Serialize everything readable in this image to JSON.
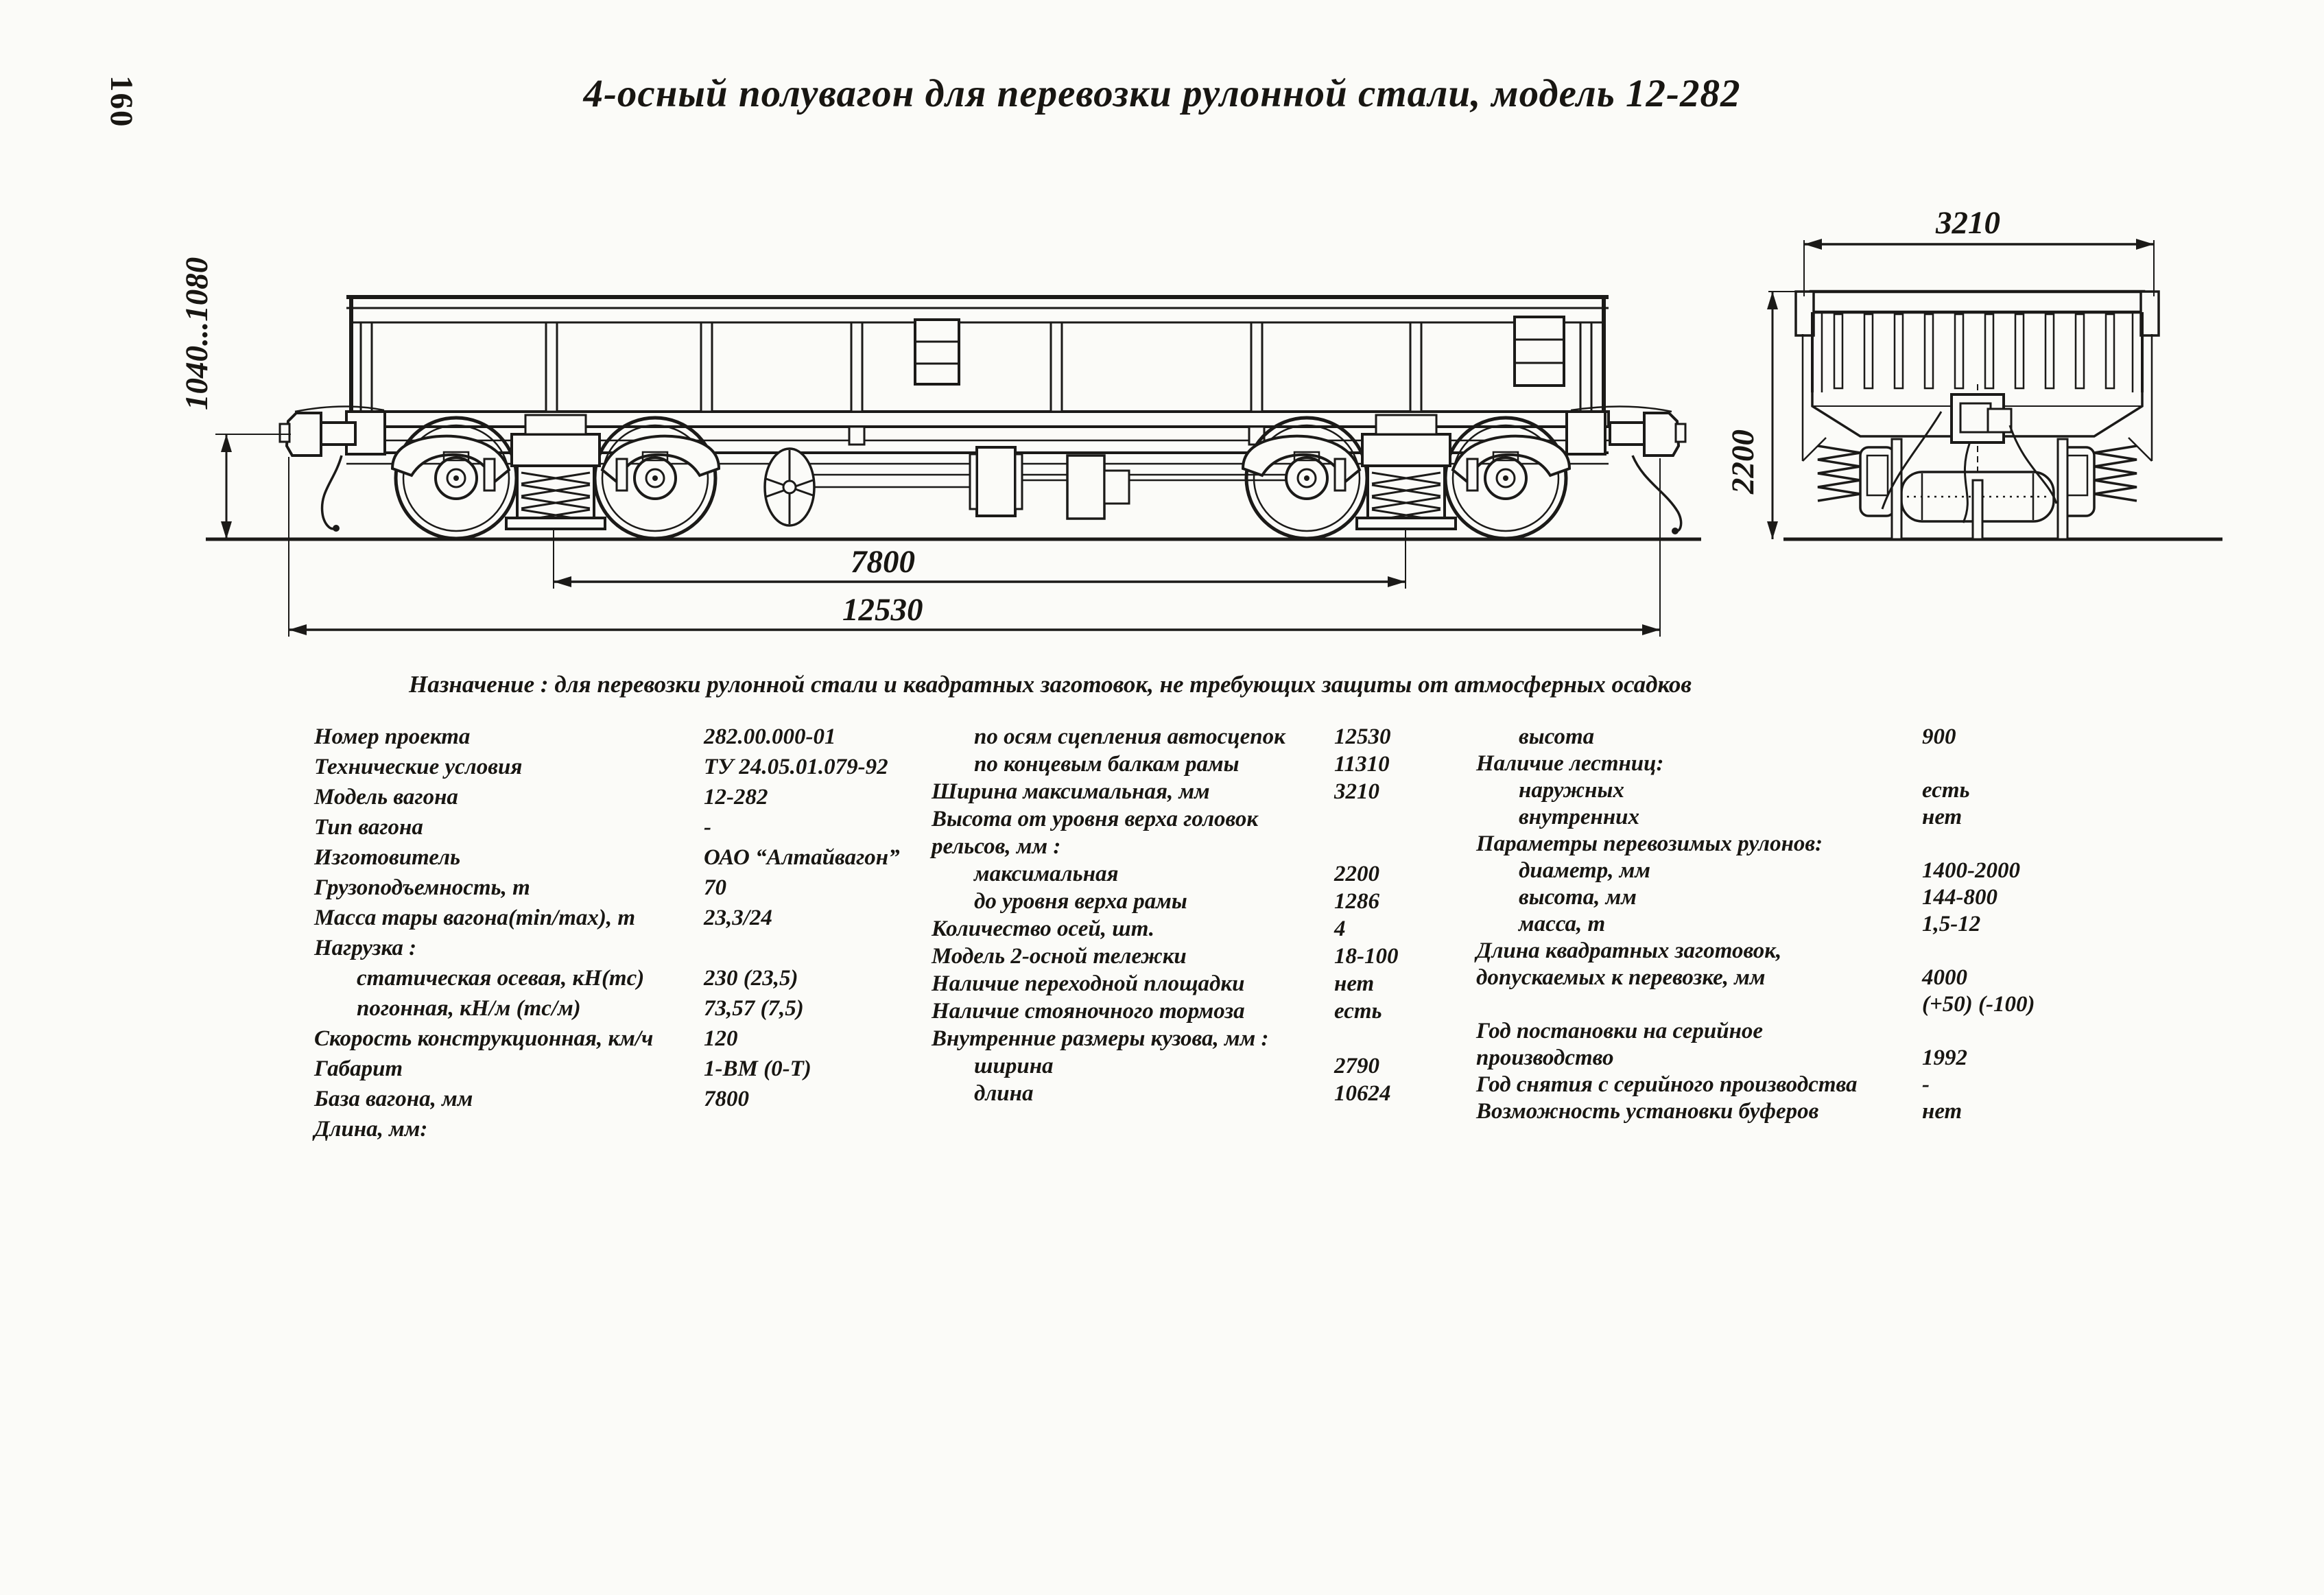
{
  "page_number": "160",
  "title": "4-осный полувагон для перевозки рулонной стали, модель 12-282",
  "purpose": "Назначение : для перевозки рулонной стали и квадратных заготовок, не требующих защиты от атмосферных осадков",
  "drawing": {
    "dim_coupler_height": "1040...1080",
    "dim_base": "7800",
    "dim_length": "12530",
    "dim_end_width": "3210",
    "dim_end_height": "2200"
  },
  "specs": {
    "col1": [
      {
        "label": "Номер проекта",
        "value": "282.00.000-01"
      },
      {
        "label": "Технические условия",
        "value": "ТУ 24.05.01.079-92"
      },
      {
        "label": "Модель вагона",
        "value": "12-282"
      },
      {
        "label": "Тип вагона",
        "value": "-"
      },
      {
        "label": "Изготовитель",
        "value": "ОАО “Алтайвагон”"
      },
      {
        "label": "Грузоподъемность, т",
        "value": "70"
      },
      {
        "label": "Масса тары вагона(min/max), т",
        "value": "23,3/24"
      },
      {
        "label": "Нагрузка :",
        "value": ""
      },
      {
        "label": "статическая осевая, кН(тс)",
        "value": "230 (23,5)",
        "indent": true
      },
      {
        "label": "погонная, кН/м (тс/м)",
        "value": "73,57 (7,5)",
        "indent": true
      },
      {
        "label": "Скорость конструкционная, км/ч",
        "value": "120"
      },
      {
        "label": "Габарит",
        "value": "1-ВМ (0-Т)"
      },
      {
        "label": "База вагона, мм",
        "value": "7800"
      },
      {
        "label": "Длина, мм:",
        "value": ""
      }
    ],
    "col2": [
      {
        "label": "по осям сцепления автосцепок",
        "value": "12530",
        "indent": true
      },
      {
        "label": "по концевым балкам рамы",
        "value": "11310",
        "indent": true
      },
      {
        "label": "Ширина максимальная, мм",
        "value": "3210"
      },
      {
        "label": "Высота от уровня верха головок",
        "value": ""
      },
      {
        "label": "рельсов, мм :",
        "value": ""
      },
      {
        "label": "максимальная",
        "value": "2200",
        "indent": true
      },
      {
        "label": "до уровня верха рамы",
        "value": "1286",
        "indent": true
      },
      {
        "label": "Количество осей, шт.",
        "value": "4"
      },
      {
        "label": "Модель 2-осной тележки",
        "value": "18-100"
      },
      {
        "label": "Наличие переходной площадки",
        "value": "нет"
      },
      {
        "label": "Наличие стояночного тормоза",
        "value": "есть"
      },
      {
        "label": "Внутренние размеры кузова, мм :",
        "value": ""
      },
      {
        "label": "ширина",
        "value": "2790",
        "indent": true
      },
      {
        "label": "длина",
        "value": "10624",
        "indent": true
      }
    ],
    "col3": [
      {
        "label": "высота",
        "value": "900",
        "indent": true
      },
      {
        "label": "Наличие лестниц:",
        "value": ""
      },
      {
        "label": "наружных",
        "value": "есть",
        "indent": true
      },
      {
        "label": "внутренних",
        "value": "нет",
        "indent": true
      },
      {
        "label": "Параметры перевозимых рулонов:",
        "value": ""
      },
      {
        "label": "диаметр, мм",
        "value": "1400-2000",
        "indent": true
      },
      {
        "label": "высота, мм",
        "value": "144-800",
        "indent": true
      },
      {
        "label": "масса, т",
        "value": "1,5-12",
        "indent": true
      },
      {
        "label": "Длина квадратных заготовок,",
        "value": ""
      },
      {
        "label": "допускаемых к перевозке, мм",
        "value": "4000"
      },
      {
        "label": "",
        "value": "(+50) (-100)"
      },
      {
        "label": "Год постановки на серийное",
        "value": ""
      },
      {
        "label": "производство",
        "value": "1992"
      },
      {
        "label": "Год снятия с серийного производства",
        "value": "-"
      },
      {
        "label": "Возможность установки буферов",
        "value": "нет"
      }
    ]
  }
}
